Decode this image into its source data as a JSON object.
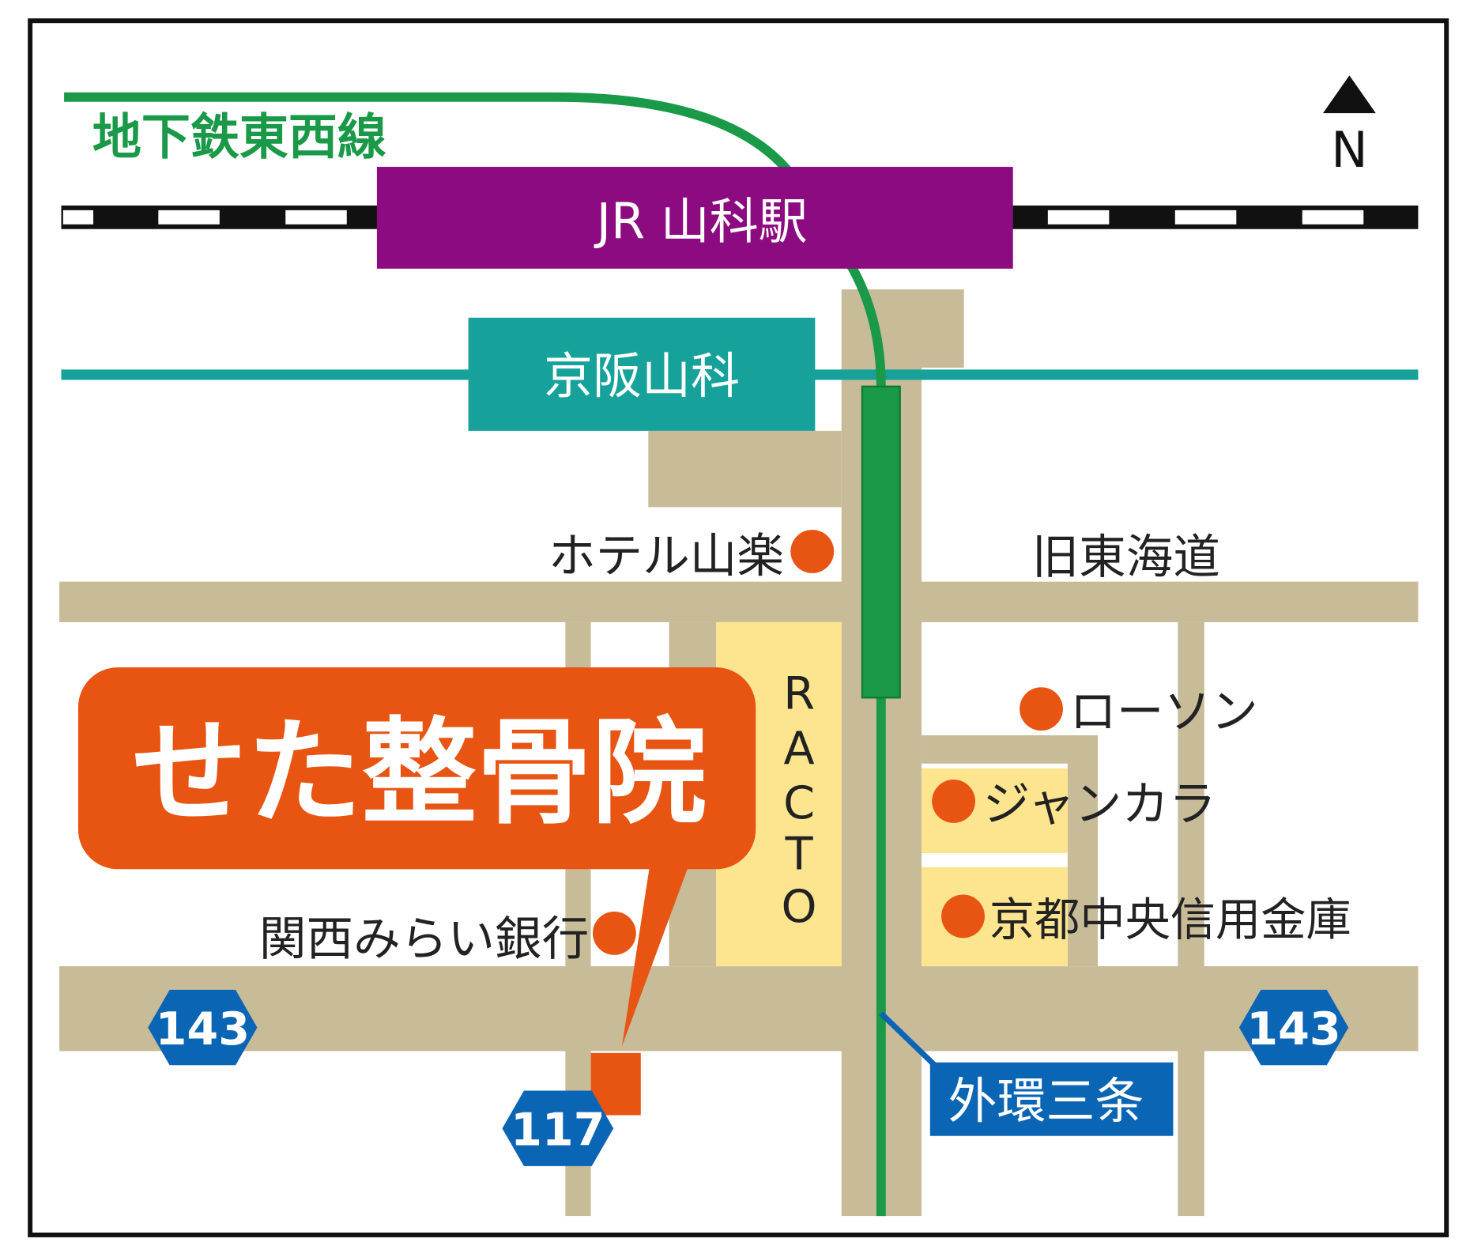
{
  "lines": {
    "subway": "地下鉄東西線",
    "jr_station": "JR 山科駅",
    "keihan_station": "京阪山科",
    "bus_stop": "外環三条"
  },
  "compass": {
    "label": "N"
  },
  "landmarks": {
    "hotel": "ホテル山楽",
    "old_road": "旧東海道",
    "racto": [
      "R",
      "A",
      "C",
      "T",
      "O"
    ],
    "lawson": "ローソン",
    "jankara": "ジャンカラ",
    "shinkin": "京都中央信用金庫",
    "bank": "関西みらい銀行"
  },
  "destination": {
    "name": "せた整骨院"
  },
  "routes": {
    "west": "143",
    "east": "143",
    "south": "117"
  },
  "colors": {
    "subway": "#1a9a48",
    "jr": "#8d0b80",
    "keihan": "#16a29b",
    "road": "#c8bb98",
    "building": "#fde48f",
    "accent": "#e85412",
    "route_shield": "#0a65b5"
  }
}
